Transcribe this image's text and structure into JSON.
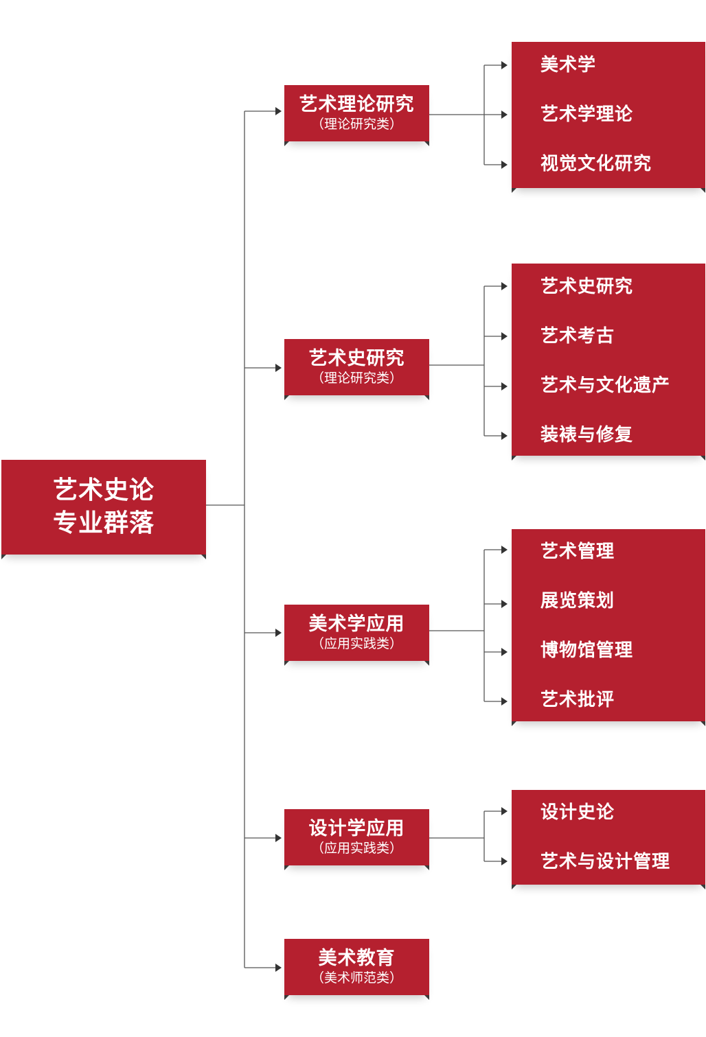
{
  "root": {
    "line1": "艺术史论",
    "line2": "专业群落"
  },
  "categories": [
    {
      "name": "艺术理论研究",
      "sub": "（理论研究类）",
      "items": [
        "美术学",
        "艺术学理论",
        "视觉文化研究"
      ]
    },
    {
      "name": "艺术史研究",
      "sub": "（理论研究类）",
      "items": [
        "艺术史研究",
        "艺术考古",
        "艺术与文化遗产",
        "装裱与修复"
      ]
    },
    {
      "name": "美术学应用",
      "sub": "（应用实践类）",
      "items": [
        "艺术管理",
        "展览策划",
        "博物馆管理",
        "艺术批评"
      ]
    },
    {
      "name": "设计学应用",
      "sub": "（应用实践类）",
      "items": [
        "设计史论",
        "艺术与设计管理"
      ]
    },
    {
      "name": "美术教育",
      "sub": "（美术师范类）",
      "items": []
    }
  ],
  "colors": {
    "box": "#b5202f",
    "line": "#555555",
    "text": "#ffffff"
  }
}
